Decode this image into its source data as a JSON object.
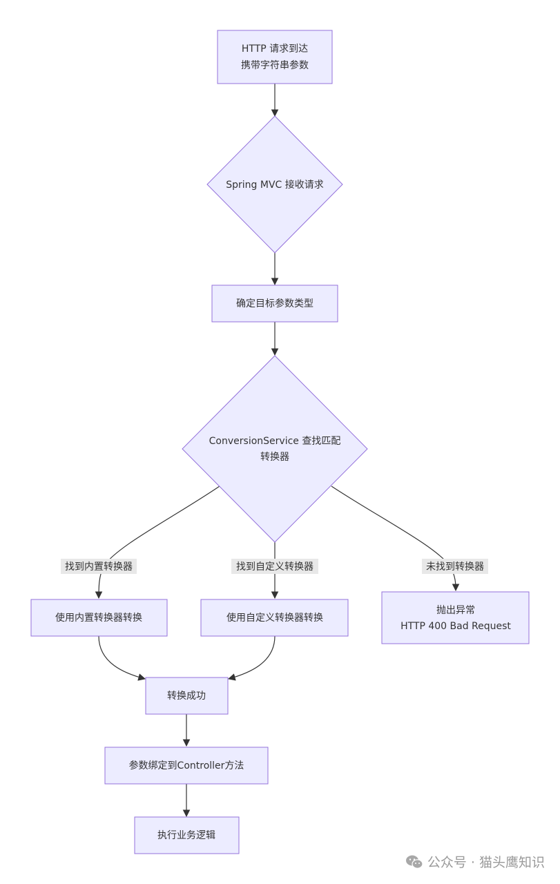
{
  "colors": {
    "node_fill": "#ECECFF",
    "node_stroke": "#9370DB",
    "edge": "#333333",
    "label_bg": "#E8E8E8",
    "watermark": "#9A9A9A"
  },
  "nodes": {
    "http_request": {
      "shape": "rect",
      "lines": [
        "HTTP 请求到达",
        "携带字符串参数"
      ]
    },
    "spring_mvc": {
      "shape": "diamond",
      "lines": [
        "Spring MVC 接收请求"
      ]
    },
    "determine_type": {
      "shape": "rect",
      "lines": [
        "确定目标参数类型"
      ]
    },
    "conversion_service": {
      "shape": "diamond",
      "lines": [
        "ConversionService 查找匹配",
        "转换器"
      ]
    },
    "builtin_convert": {
      "shape": "rect",
      "lines": [
        "使用内置转换器转换"
      ]
    },
    "custom_convert": {
      "shape": "rect",
      "lines": [
        "使用自定义转换器转换"
      ]
    },
    "throw_exception": {
      "shape": "rect",
      "lines": [
        "抛出异常",
        "HTTP 400 Bad Request"
      ]
    },
    "convert_success": {
      "shape": "rect",
      "lines": [
        "转换成功"
      ]
    },
    "bind_params": {
      "shape": "rect",
      "lines": [
        "参数绑定到Controller方法"
      ]
    },
    "execute_logic": {
      "shape": "rect",
      "lines": [
        "执行业务逻辑"
      ]
    }
  },
  "edges": {
    "found_builtin": {
      "from": "conversion_service",
      "to": "builtin_convert",
      "label": "找到内置转换器"
    },
    "found_custom": {
      "from": "conversion_service",
      "to": "custom_convert",
      "label": "找到自定义转换器"
    },
    "not_found": {
      "from": "conversion_service",
      "to": "throw_exception",
      "label": "未找到转换器"
    }
  },
  "watermark": {
    "text": "公众号 · 猫头鹰知识",
    "icon": "wechat-icon"
  }
}
